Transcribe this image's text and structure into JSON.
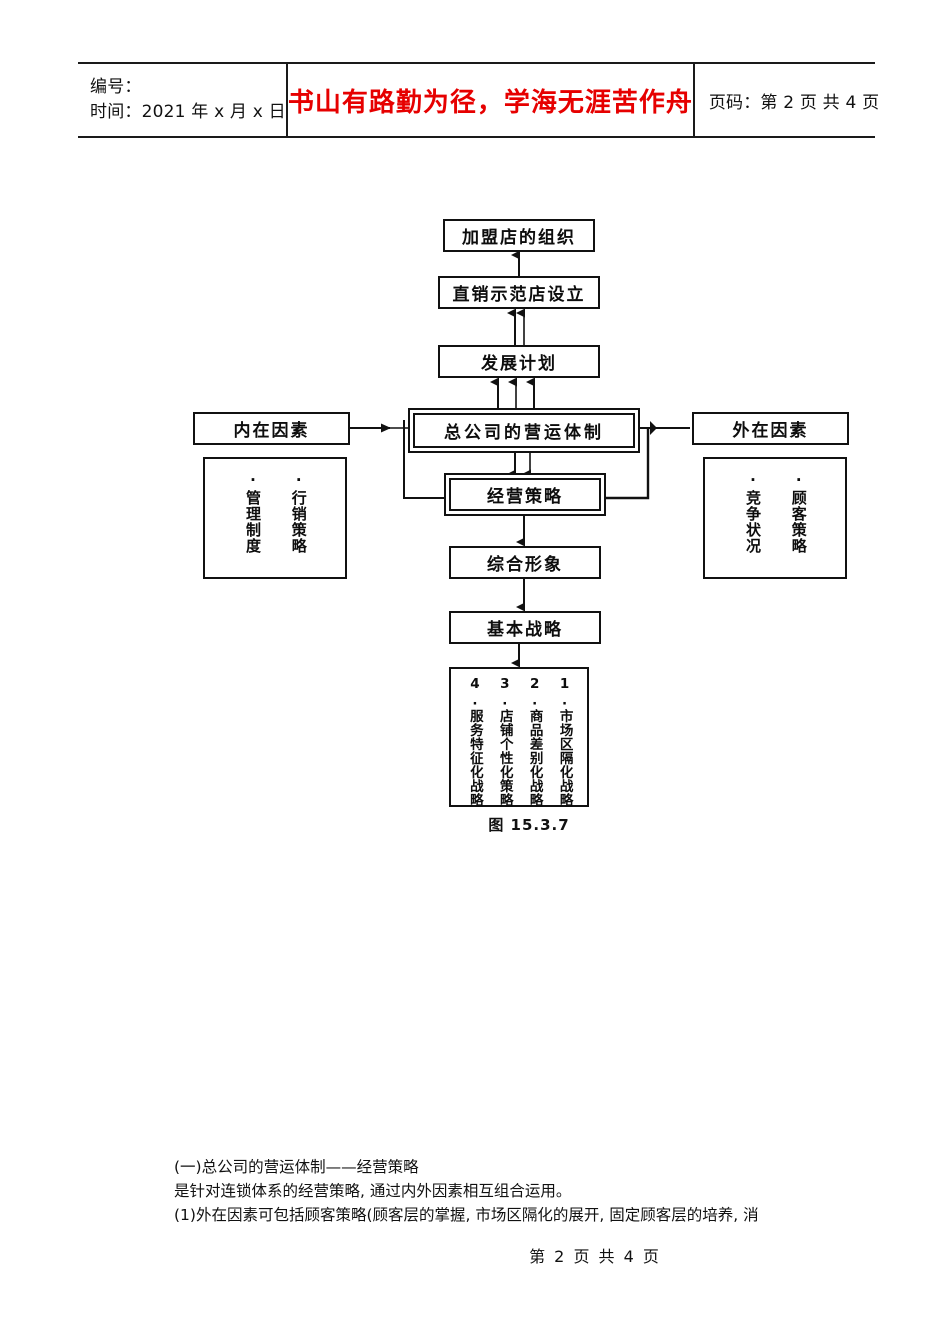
{
  "header": {
    "left": {
      "label_id": "编号：",
      "label_time": "时间：2021 年 x 月 x 日"
    },
    "slogan": "书山有路勤为径，学海无涯苦作舟",
    "right": {
      "pagination": "页码：第 2 页 共 4 页"
    }
  },
  "diagram": {
    "caption": "图 15.3.7",
    "nodes": {
      "franchise": "加盟店的组织",
      "direct_store": "直销示范店设立",
      "dev_plan": "发展计划",
      "hq_system": "总公司的营运体制",
      "biz_strategy": "经营策略",
      "composite_image": "综合形象",
      "basic_strategy": "基本战略",
      "internal_factors": "内在因素",
      "external_factors": "外在因素"
    },
    "internal_details": [
      "·行销策略",
      "·管理制度"
    ],
    "external_details": [
      "·顾客策略",
      "·竞争状况"
    ],
    "strategies": [
      "1.市场区隔化战略",
      "2.商品差别化战略",
      "3.店铺个性化策略",
      "4.服务特征化战略"
    ]
  },
  "body": {
    "lines": [
      "(一)总公司的营运体制——经营策略",
      "是针对连锁体系的经营策略, 通过内外因素相互组合运用。",
      "(1)外在因素可包括顾客策略(顾客层的掌握, 市场区隔化的展开, 固定顾客层的培养, 消"
    ]
  },
  "footer": {
    "pagination": "第 2 页 共 4 页"
  },
  "colors": {
    "slogan_red": "#e60000",
    "ink": "#111111",
    "paper": "#ffffff"
  }
}
